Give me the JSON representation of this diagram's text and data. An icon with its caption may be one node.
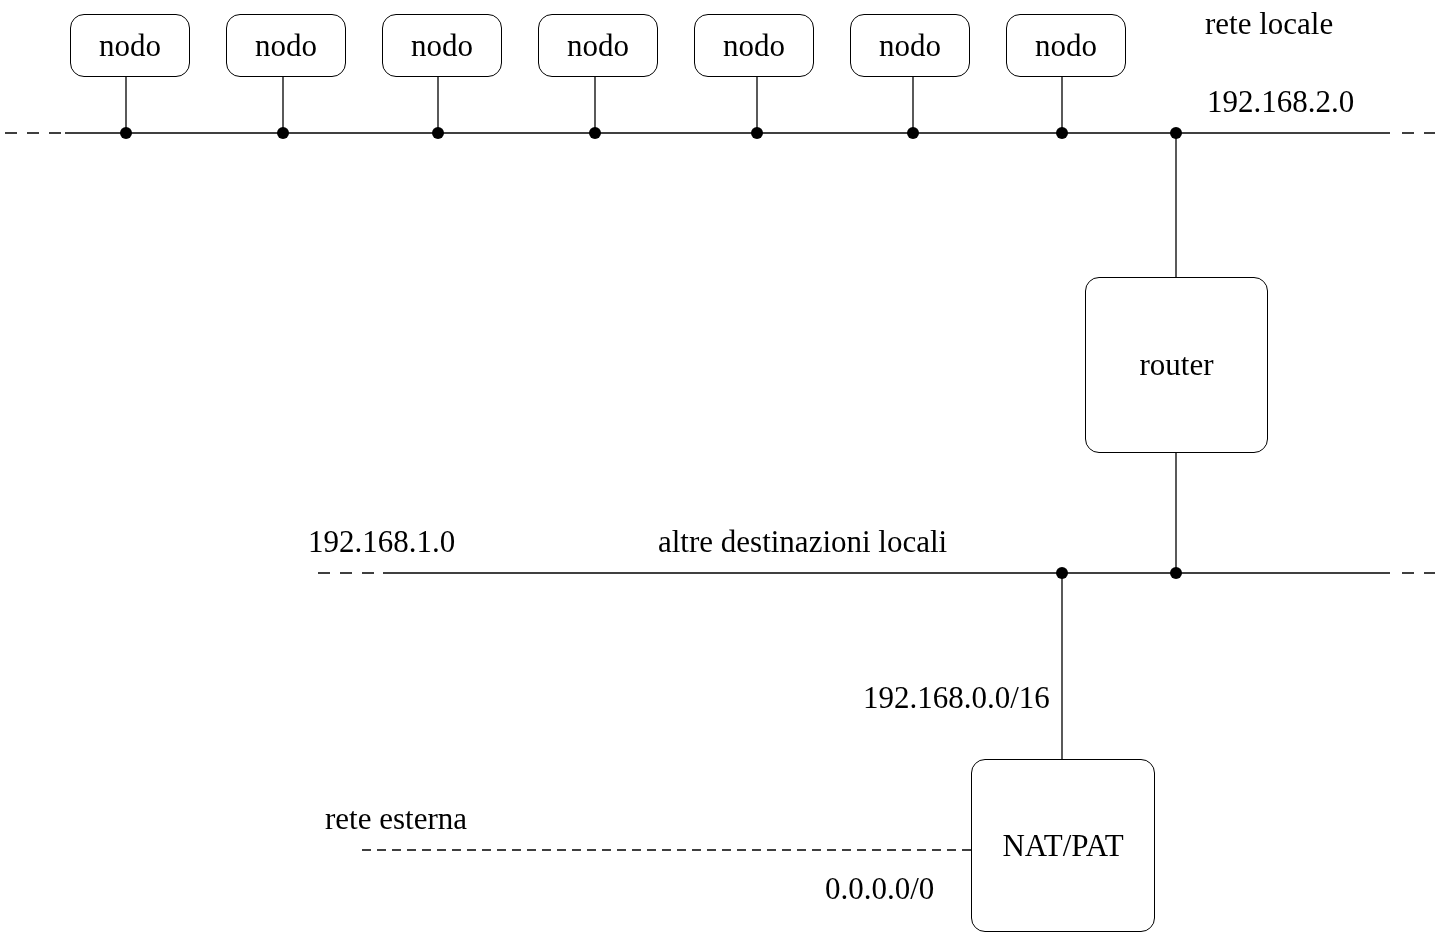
{
  "diagram": {
    "nodes": [
      {
        "text": [
          "nodo"
        ]
      },
      {
        "text": [
          "nodo"
        ]
      },
      {
        "text": [
          "nodo"
        ]
      },
      {
        "text": [
          "nodo"
        ]
      },
      {
        "text": [
          "nodo"
        ]
      },
      {
        "text": [
          "nodo"
        ]
      },
      {
        "text": [
          "nodo"
        ]
      },
      {
        "text": [],
        "shape": "bar",
        "beside": [
          "rete locale",
          "192.168.2.0"
        ]
      },
      {
        "text": [
          "router"
        ]
      },
      {
        "text": [],
        "shape": "bar",
        "beside": [
          "192.168.1.0",
          "altre destinazioni locali"
        ]
      },
      {
        "text": [
          "NAT/PAT"
        ]
      }
    ],
    "edges": [
      {
        "from": 0,
        "to": 7,
        "arrow": "other"
      },
      {
        "from": 1,
        "to": 7,
        "arrow": "other"
      },
      {
        "from": 2,
        "to": 7,
        "arrow": "other"
      },
      {
        "from": 3,
        "to": 7,
        "arrow": "other"
      },
      {
        "from": 4,
        "to": 7,
        "arrow": "other"
      },
      {
        "from": 5,
        "to": 7,
        "arrow": "other"
      },
      {
        "from": 6,
        "to": 7,
        "arrow": "other"
      },
      {
        "from": 8,
        "to": 7,
        "arrow": "other"
      },
      {
        "from": 8,
        "to": 9,
        "arrow": "other"
      },
      {
        "from": 10,
        "to": 9,
        "arrow": "other"
      },
      {
        "from": 10,
        "to": null,
        "arrow": "none",
        "style": "dashed"
      }
    ],
    "labels": [
      "192.168.0.0/16",
      "rete esterna",
      "0.0.0.0/0"
    ]
  }
}
